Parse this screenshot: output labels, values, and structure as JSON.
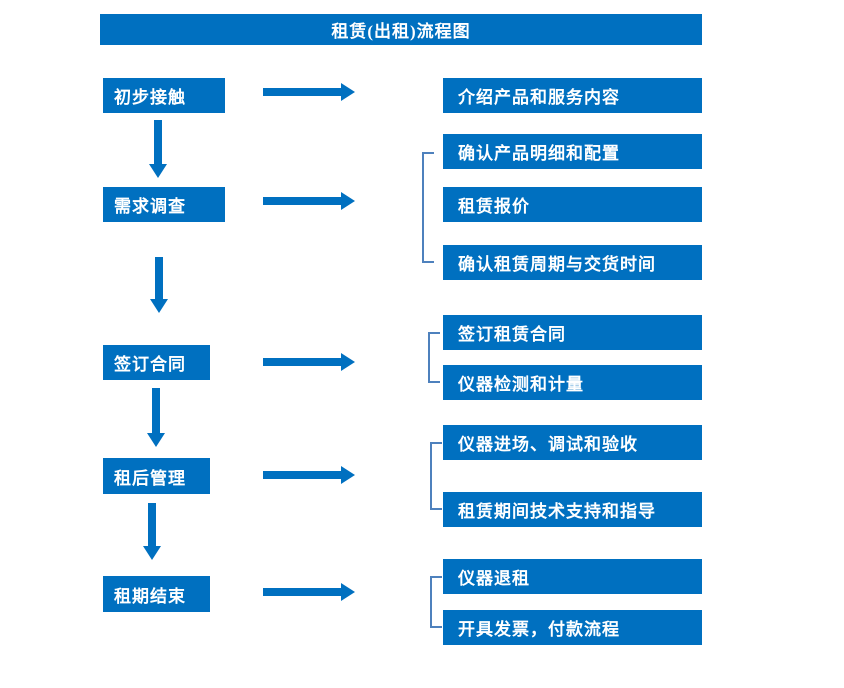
{
  "title": "租赁(出租)流程图",
  "colors": {
    "primary_blue": "#0070C0",
    "bracket_blue": "#4E81BD",
    "text_on_primary": "#FFFFFF",
    "background": "#FFFFFF"
  },
  "stages": [
    {
      "label": "初步接触",
      "details": [
        "介绍产品和服务内容"
      ]
    },
    {
      "label": "需求调查",
      "details": [
        "确认产品明细和配置",
        "租赁报价",
        "确认租赁周期与交货时间"
      ]
    },
    {
      "label": "签订合同",
      "details": [
        "签订租赁合同",
        "仪器检测和计量"
      ]
    },
    {
      "label": "租后管理",
      "details": [
        "仪器进场、调试和验收",
        "租赁期间技术支持和指导"
      ]
    },
    {
      "label": "租期结束",
      "details": [
        "仪器退租",
        "开具发票，付款流程"
      ]
    }
  ]
}
